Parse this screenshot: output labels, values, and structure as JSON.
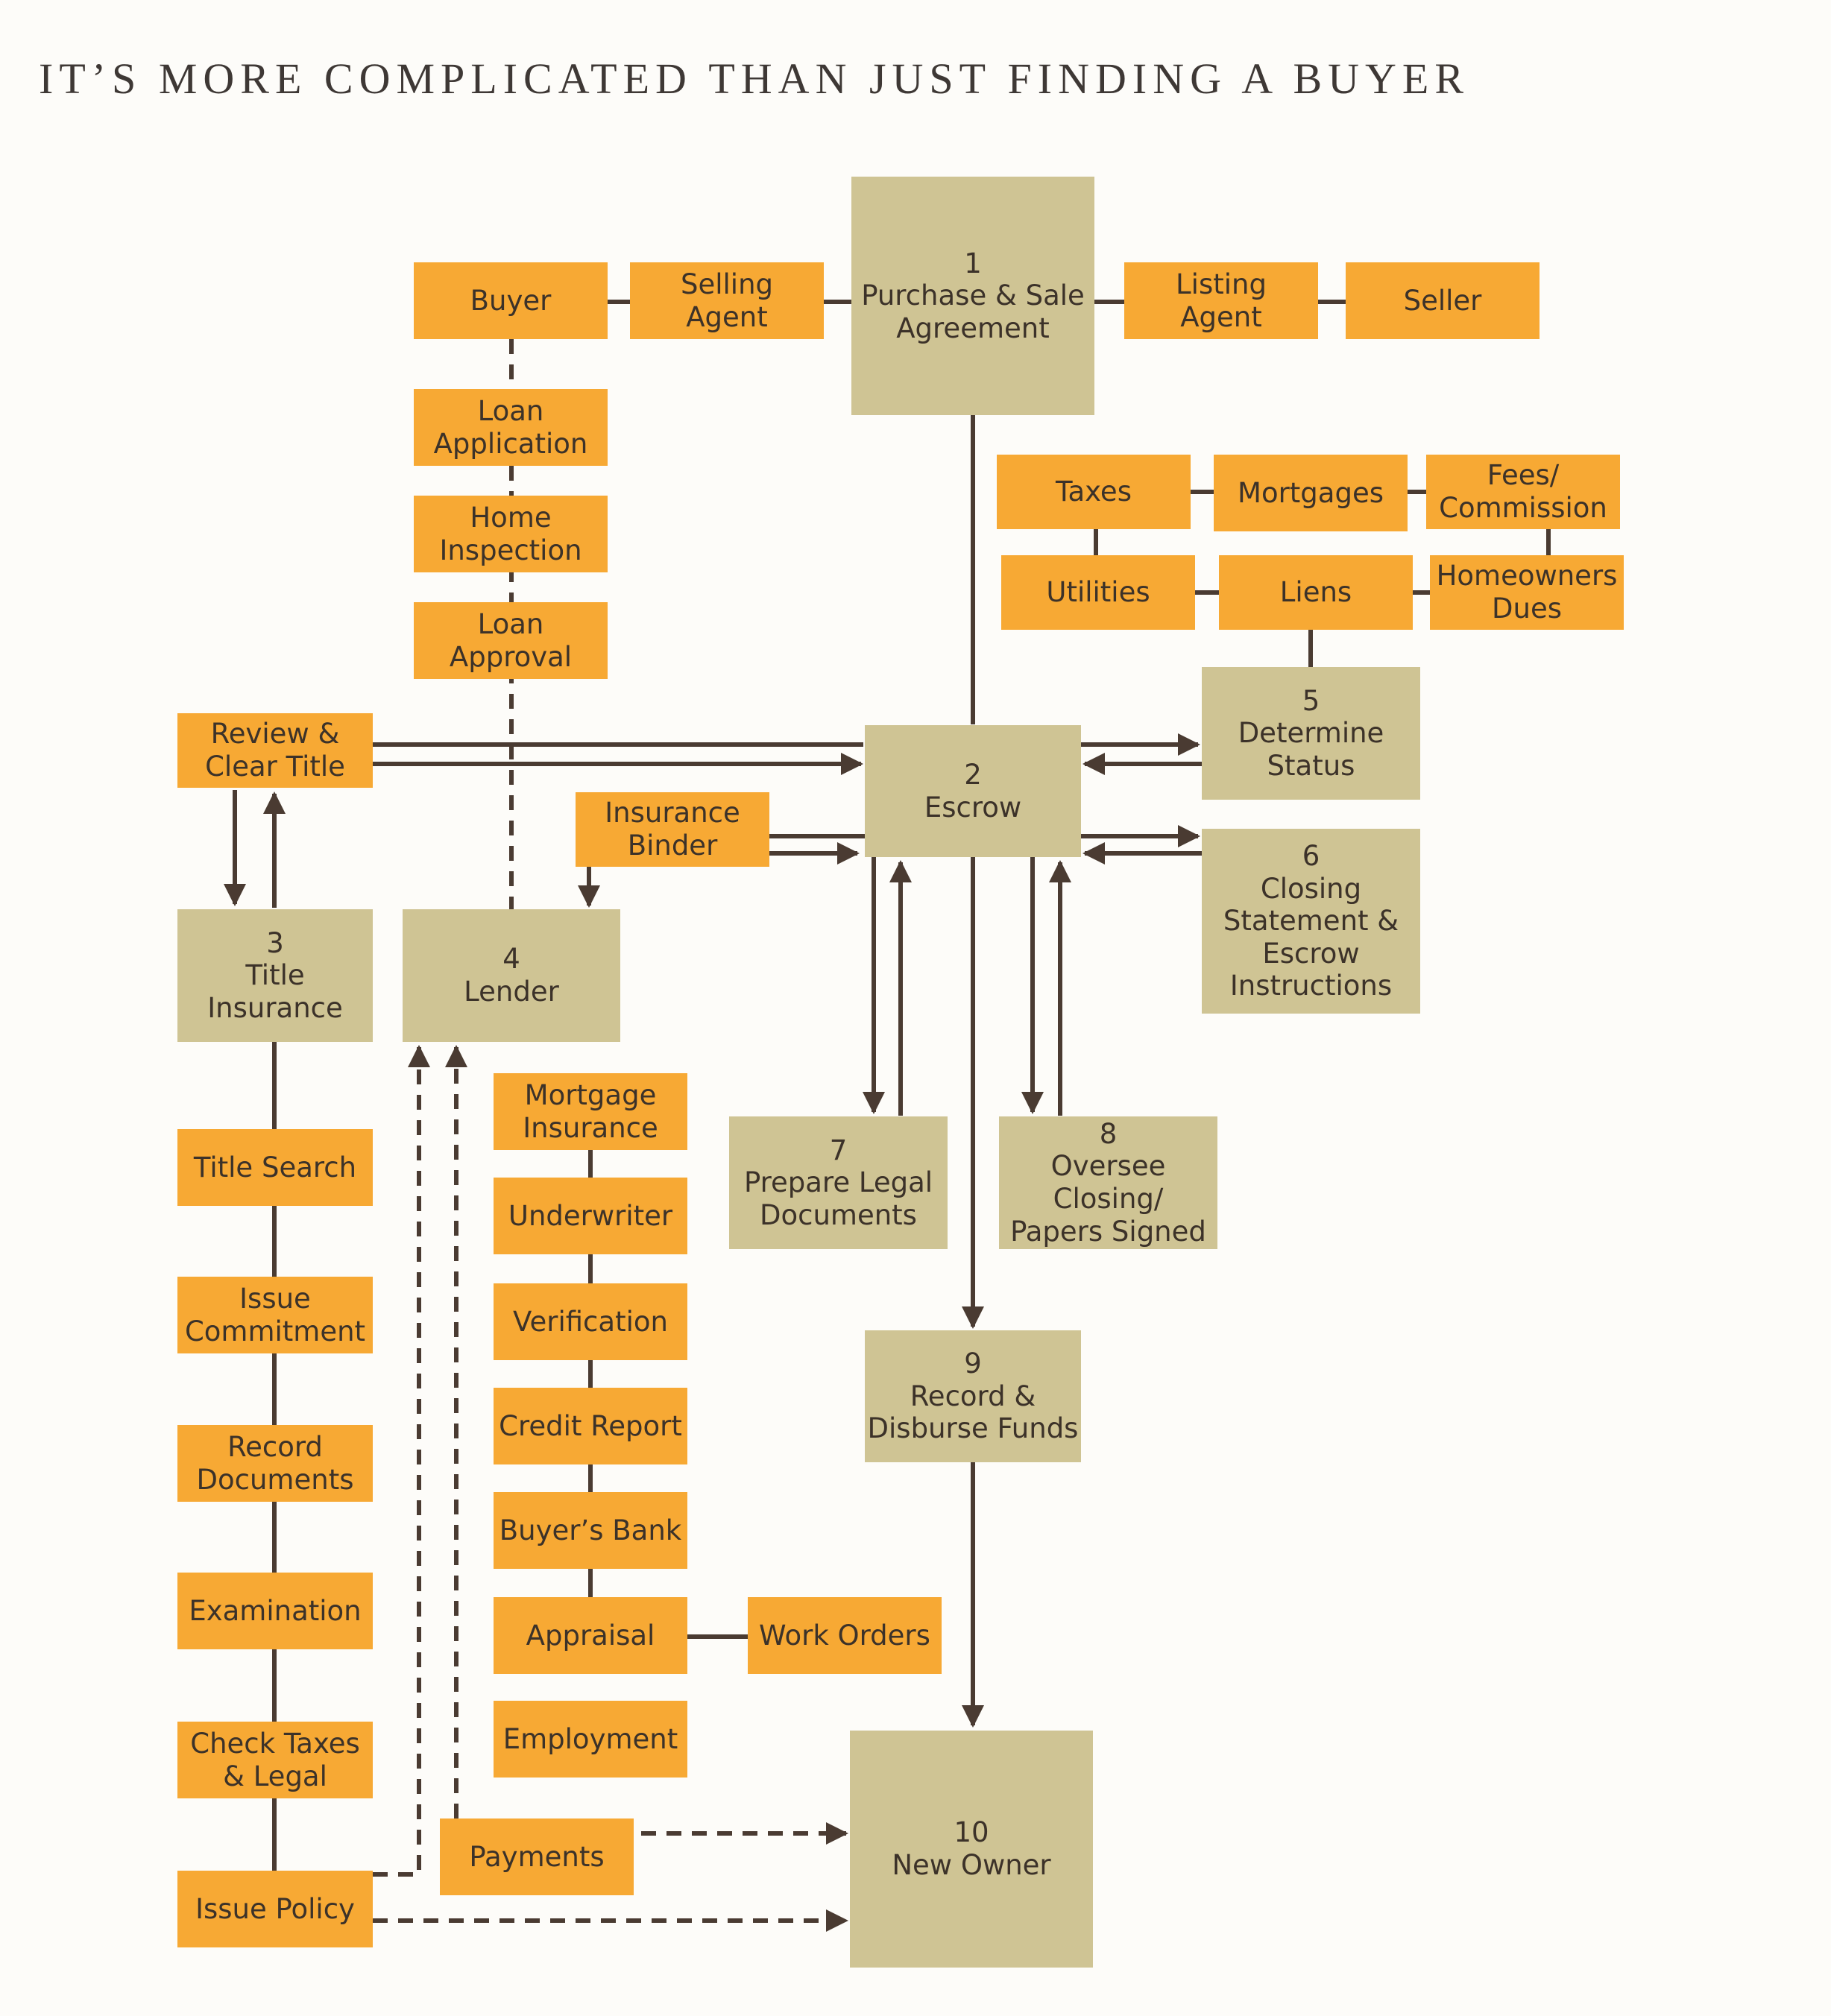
{
  "title": "IT’S MORE COMPLICATED THAN JUST FINDING A BUYER",
  "colors": {
    "task_box": "#f7a934",
    "step_box": "#cfc494",
    "connector": "#4a3b32",
    "background": "#fdfcf9"
  },
  "steps": {
    "s1": {
      "number": "1",
      "label": "Purchase & Sale\nAgreement"
    },
    "s2": {
      "number": "2",
      "label": "Escrow"
    },
    "s3": {
      "number": "3",
      "label": "Title\nInsurance"
    },
    "s4": {
      "number": "4",
      "label": "Lender"
    },
    "s5": {
      "number": "5",
      "label": "Determine\nStatus"
    },
    "s6": {
      "number": "6",
      "label": "Closing\nStatement &\nEscrow\nInstructions"
    },
    "s7": {
      "number": "7",
      "label": "Prepare Legal\nDocuments"
    },
    "s8": {
      "number": "8",
      "label": "Oversee Closing/\nPapers Signed"
    },
    "s9": {
      "number": "9",
      "label": "Record &\nDisburse Funds"
    },
    "s10": {
      "number": "10",
      "label": "New Owner"
    }
  },
  "tasks": {
    "buyer": "Buyer",
    "selling_agent": "Selling\nAgent",
    "listing_agent": "Listing\nAgent",
    "seller": "Seller",
    "loan_application": "Loan\nApplication",
    "home_inspection": "Home\nInspection",
    "loan_approval": "Loan\nApproval",
    "taxes": "Taxes",
    "mortgages": "Mortgages",
    "fees_commission": "Fees/\nCommission",
    "utilities": "Utilities",
    "liens": "Liens",
    "homeowners_dues": "Homeowners\nDues",
    "review_clear_title": "Review &\nClear Title",
    "insurance_binder": "Insurance\nBinder",
    "title_search": "Title Search",
    "issue_commitment": "Issue\nCommitment",
    "record_documents": "Record\nDocuments",
    "examination": "Examination",
    "check_taxes_legal": "Check Taxes\n& Legal",
    "issue_policy": "Issue Policy",
    "mortgage_insurance": "Mortgage\nInsurance",
    "underwriter": "Underwriter",
    "verification": "Verification",
    "credit_report": "Credit Report",
    "buyers_bank": "Buyer’s Bank",
    "appraisal": "Appraisal",
    "work_orders": "Work Orders",
    "employment": "Employment",
    "payments": "Payments"
  }
}
